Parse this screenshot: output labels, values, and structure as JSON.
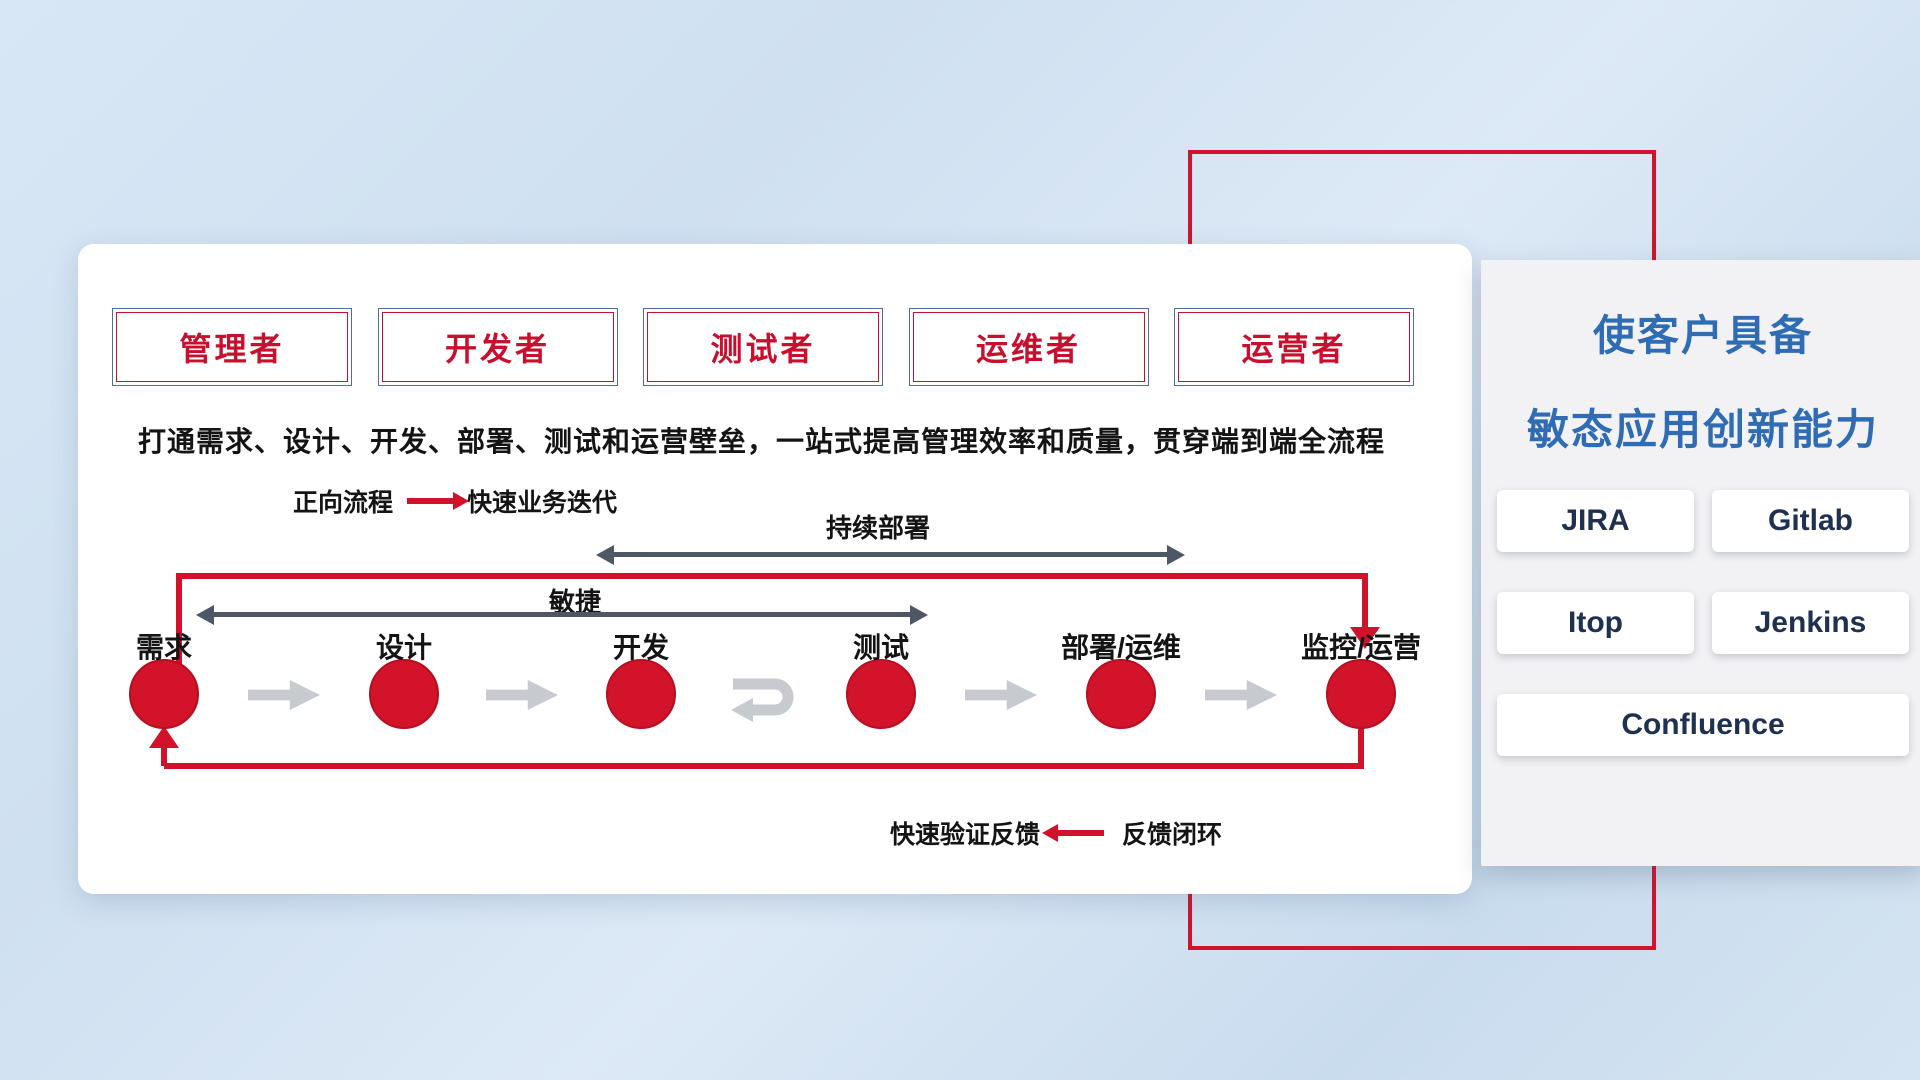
{
  "roles": [
    "管理者",
    "开发者",
    "测试者",
    "运维者",
    "运营者"
  ],
  "description": "打通需求、设计、开发、部署、测试和运营壁垒，一站式提高管理效率和质量，贯穿端到端全流程",
  "forward_legend": {
    "label": "正向流程",
    "value": "快速业务迭代"
  },
  "feedback_legend": {
    "label": "快速验证反馈",
    "value": "反馈闭环"
  },
  "span_arrows": {
    "continuous_deploy": "持续部署",
    "agile": "敏捷"
  },
  "flow_nodes": [
    "需求",
    "设计",
    "开发",
    "测试",
    "部署/运维",
    "监控/运营"
  ],
  "right_panel": {
    "title_line1": "使客户具备",
    "title_line2": "敏态应用创新能力",
    "tools": [
      "JIRA",
      "Gitlab",
      "Itop",
      "Jenkins",
      "Confluence"
    ]
  },
  "colors": {
    "accent_red": "#d2122b",
    "title_blue": "#2f6cb3",
    "dark_arrow": "#4d5766",
    "gray_arrow": "#c7cbd0"
  }
}
